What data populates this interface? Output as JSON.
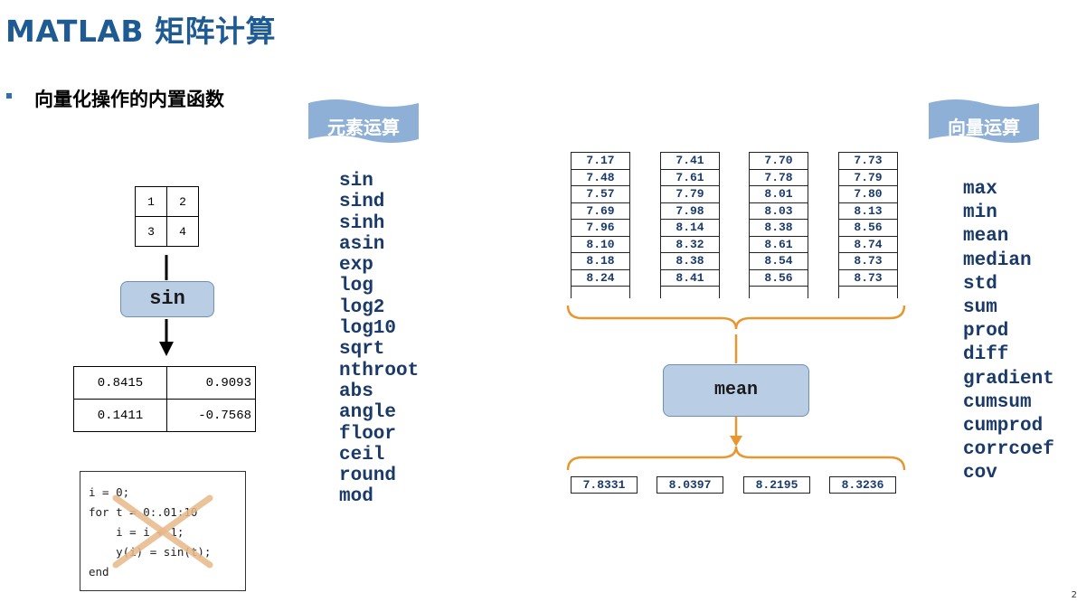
{
  "header": {
    "title": "MATLAB  矩阵计算"
  },
  "section": {
    "bullet_text": "向量化操作的内置函数"
  },
  "ribbons": {
    "elementwise": "元素运算",
    "vector": "向量运算"
  },
  "example_input": [
    "1",
    "2",
    "3",
    "4"
  ],
  "sin_box": "sin",
  "sin_output": [
    "0.8415",
    "0.9093",
    "0.1411",
    "-0.7568"
  ],
  "code_snippet": [
    "i = 0;",
    "for t = 0:.01:10",
    "    i = i + 1;",
    "    y(i) = sin(t);",
    "end"
  ],
  "elementwise_functions": [
    "sin",
    "sind",
    "sinh",
    "asin",
    "exp",
    "log",
    "log2",
    "log10",
    "sqrt",
    "nthroot",
    "abs",
    "angle",
    "floor",
    "ceil",
    "round",
    "mod"
  ],
  "matrix_columns": [
    [
      "7.17",
      "7.48",
      "7.57",
      "7.69",
      "7.96",
      "8.10",
      "8.18",
      "8.24"
    ],
    [
      "7.41",
      "7.61",
      "7.79",
      "7.98",
      "8.14",
      "8.32",
      "8.38",
      "8.41"
    ],
    [
      "7.70",
      "7.78",
      "8.01",
      "8.03",
      "8.38",
      "8.61",
      "8.54",
      "8.56"
    ],
    [
      "7.73",
      "7.79",
      "7.80",
      "8.13",
      "8.56",
      "8.74",
      "8.73",
      "8.73"
    ]
  ],
  "mean_box": "mean",
  "mean_results": [
    "7.8331",
    "8.0397",
    "8.2195",
    "8.3236"
  ],
  "vector_functions": [
    "max",
    "min",
    "mean",
    "median",
    "std",
    "sum",
    "prod",
    "diff",
    "gradient",
    "cumsum",
    "cumprod",
    "corrcoef",
    "cov"
  ],
  "colors": {
    "title": "#1f5b93",
    "ribbon": "#8fb0d6",
    "box": "#b9cde4",
    "brace": "#e8962e",
    "cross": "#e8b98a"
  },
  "page_number": "2"
}
